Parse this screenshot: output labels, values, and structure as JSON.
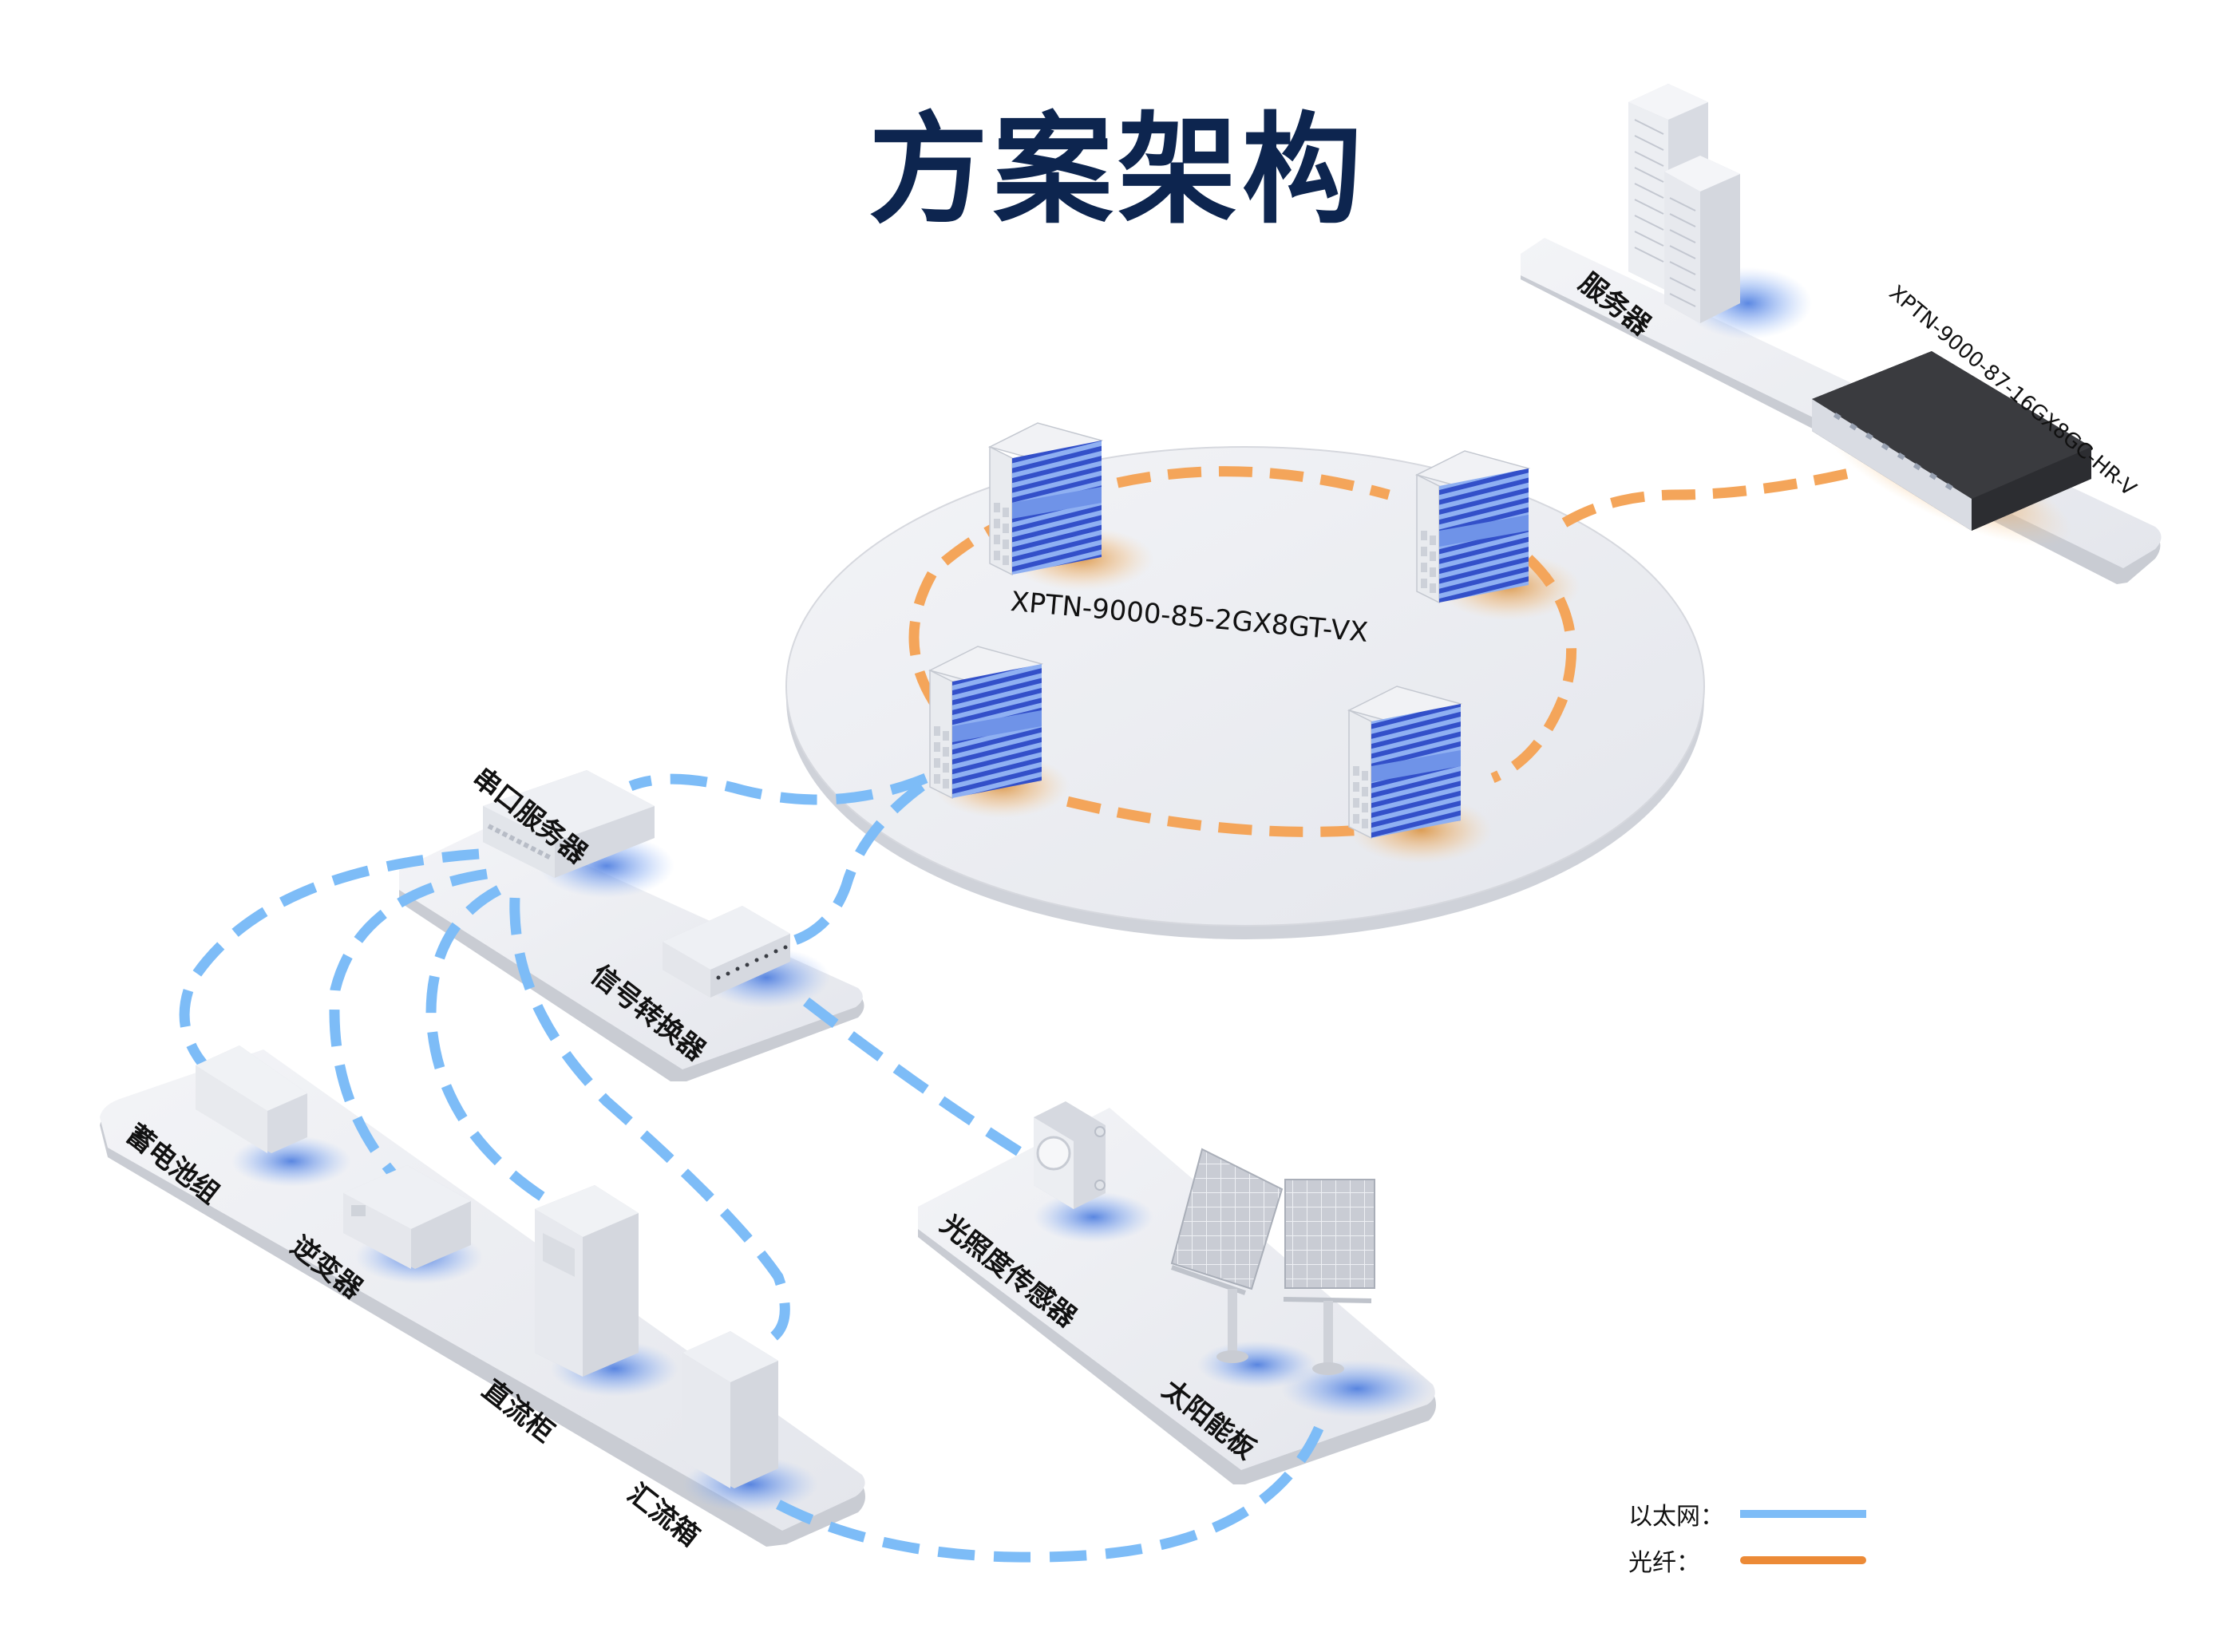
{
  "title": "方案架构",
  "colors": {
    "title": "#0d254f",
    "ethernet": "#7dbcf7",
    "fiber": "#f09b45",
    "platform": "#eceef3",
    "platform_edge": "#c9ccd3",
    "switch_blue": "#3d5fd8",
    "glow_blue": "#4a7fe0",
    "glow_orange": "#e8a04a"
  },
  "ring": {
    "model_label": "XPTN-9000-85-2GX8GT-VX",
    "switch_count": 4
  },
  "core": {
    "server_label": "服务器",
    "switch_model_label": "XPTN-9000-87-16GX8GC-HR-V"
  },
  "access": {
    "serial_server_label": "串口服务器",
    "signal_converter_label": "信号转换器"
  },
  "field_left": {
    "battery_label": "蓄电池组",
    "inverter_label": "逆变器",
    "dc_cabinet_label": "直流柜",
    "combiner_box_label": "汇流箱"
  },
  "field_right": {
    "light_sensor_label": "光照度传感器",
    "solar_panel_label": "太阳能板"
  },
  "legend": {
    "ethernet_label": "以太网：",
    "fiber_label": "光纤："
  }
}
